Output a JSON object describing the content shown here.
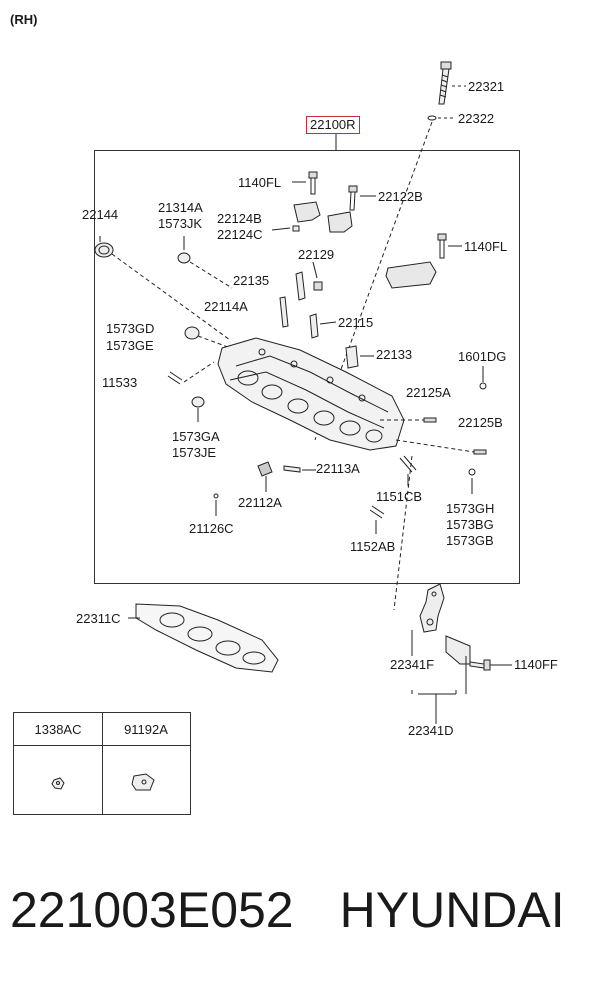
{
  "corner_label": "(RH)",
  "assembly_part": "22100R",
  "parts": {
    "p22321": "22321",
    "p22322": "22322",
    "p1140FL_a": "1140FL",
    "p22122B": "22122B",
    "p22144": "22144",
    "p21314A": "21314A",
    "p1573JK": "1573JK",
    "p22124B": "22124B",
    "p22124C": "22124C",
    "p1140FL_b": "1140FL",
    "p22129": "22129",
    "p22135": "22135",
    "p22114A": "22114A",
    "p22115": "22115",
    "p1573GD": "1573GD",
    "p1573GE": "1573GE",
    "p22133": "22133",
    "p1601DG": "1601DG",
    "p11533": "11533",
    "p22125A": "22125A",
    "p22125B": "22125B",
    "p1573GA": "1573GA",
    "p1573JE": "1573JE",
    "p22113A": "22113A",
    "p22112A": "22112A",
    "p1151CB": "1151CB",
    "p1573GH": "1573GH",
    "p1573BG": "1573BG",
    "p1573GB": "1573GB",
    "p21126C": "21126C",
    "p1152AB": "1152AB",
    "p22311C": "22311C",
    "p22341F": "22341F",
    "p1140FF": "1140FF",
    "p22341D": "22341D"
  },
  "fastener_table": {
    "col1": "1338AC",
    "col2": "91192A"
  },
  "footer": {
    "part_number": "221003E052",
    "brand": "HYUNDAI"
  }
}
